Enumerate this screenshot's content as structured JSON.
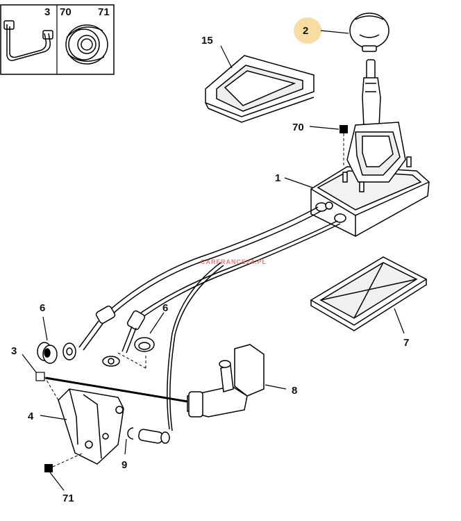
{
  "legend": {
    "left_id": "3",
    "mid_id": "70",
    "right_id": "71"
  },
  "callouts": {
    "c1": "1",
    "c2": "2",
    "c3": "3",
    "c4": "4",
    "c6a": "6",
    "c6b": "6",
    "c7": "7",
    "c8": "8",
    "c9": "9",
    "c15": "15",
    "c70": "70",
    "c71": "71"
  },
  "highlight_color": "#f8dda0",
  "watermark": "CARFRANCE24.PL",
  "icons": [
    "square-outline-marker",
    "square-filled-marker"
  ]
}
